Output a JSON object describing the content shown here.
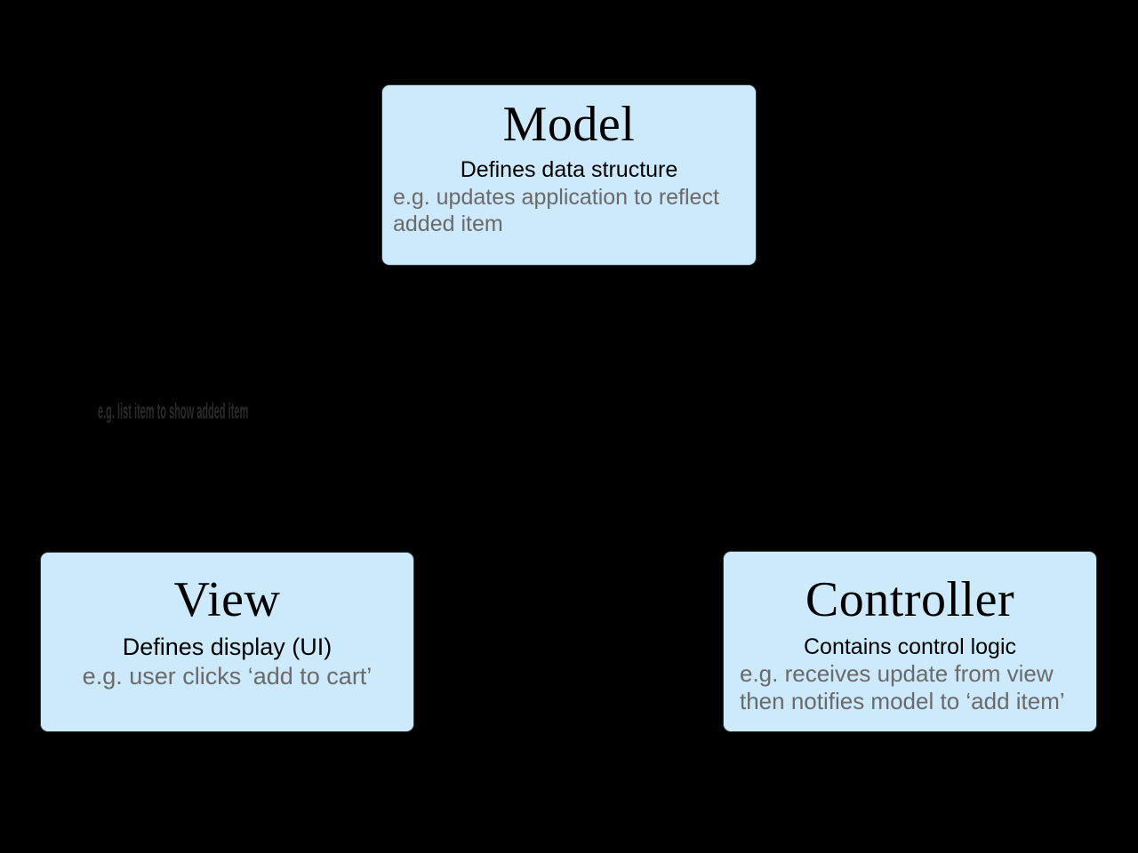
{
  "diagram": {
    "title": "MVC architecture diagram",
    "background_color": "#000000",
    "node_fill_color": "#cdeafc",
    "node_border_color": "#2f3d44",
    "title_text_color": "#000000",
    "subtitle_text_color": "#000000",
    "example_text_color": "#6a6a6a",
    "caption_text_color": "#2b2b2b",
    "nodes": [
      {
        "id": "model",
        "title": "Model",
        "subtitle": "Defines data structure",
        "example": "e.g. updates application to reflect added item"
      },
      {
        "id": "view",
        "title": "View",
        "subtitle": "Defines display (UI)",
        "example": "e.g. user clicks ‘add to cart’"
      },
      {
        "id": "controller",
        "title": "Controller",
        "subtitle": "Contains control logic",
        "example": "e.g. receives update from view then notifies model to ‘add item’"
      }
    ],
    "captions": [
      {
        "id": "view-model",
        "text": "e.g. list item to show added item"
      }
    ]
  }
}
